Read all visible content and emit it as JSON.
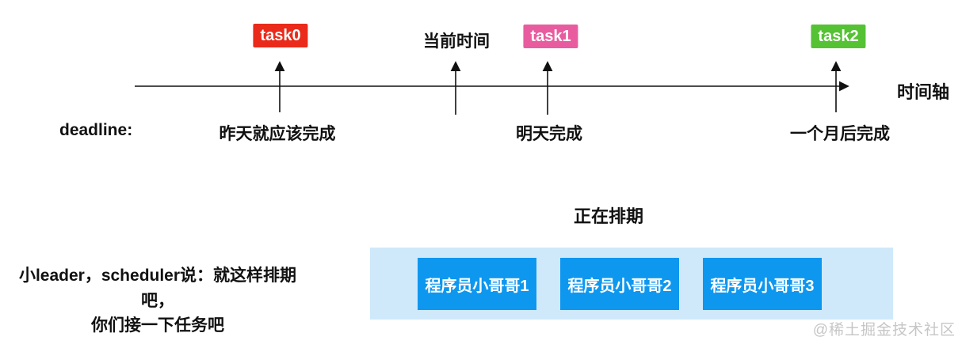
{
  "colors": {
    "task0_bg": "#ea2a1a",
    "task1_bg": "#e85c9f",
    "task2_bg": "#55c234",
    "worker_box_bg": "#0e97ef",
    "scheduling_container_bg": "#cfe9fb",
    "axis_stroke": "#111111",
    "watermark_text": "#c6c6c6"
  },
  "timeline": {
    "axis_label": "时间轴",
    "current_time_label": "当前时间",
    "deadline_prefix": "deadline:",
    "tasks": [
      {
        "label": "task0",
        "deadline": "昨天就应该完成",
        "color": "#ea2a1a"
      },
      {
        "label": "task1",
        "deadline": "明天完成",
        "color": "#e85c9f"
      },
      {
        "label": "task2",
        "deadline": "一个月后完成",
        "color": "#55c234"
      }
    ]
  },
  "scheduling": {
    "status_label": "正在排期",
    "speech_line1": "小leader，scheduler说：就这样排期吧，",
    "speech_line2": "你们接一下任务吧",
    "workers": [
      "程序员小哥哥1",
      "程序员小哥哥2",
      "程序员小哥哥3"
    ]
  },
  "watermark": "@稀土掘金技术社区"
}
